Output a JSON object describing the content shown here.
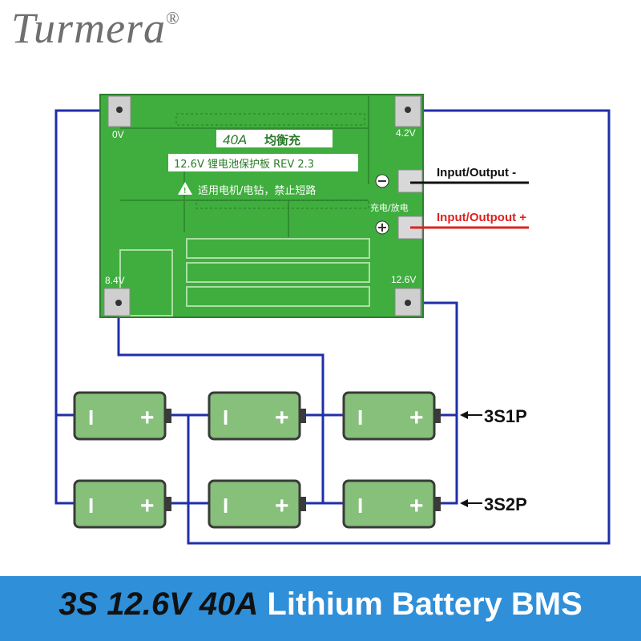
{
  "brand": {
    "name": "Turmera",
    "mark": "®"
  },
  "board": {
    "rating": "40A",
    "rating_cn": "均衡充",
    "title": "12.6V 锂电池保护板 REV 2.3",
    "warning": "适用电机/电钻，禁止短路",
    "charge_label": "充电/放电",
    "terminals": {
      "t0": "0V",
      "t42": "4.2V",
      "t84": "8.4V",
      "t126": "12.6V"
    }
  },
  "labels": {
    "output_neg": "Input/Output -",
    "output_pos": "Input/Outpout +",
    "row1": "3S1P",
    "row2": "3S2P"
  },
  "battery": {
    "neg": "I",
    "pos": "+"
  },
  "banner": {
    "part1": "3S 12.6V 40A",
    "part2": " Lithium Battery BMS"
  },
  "colors": {
    "board": "#3fae3e",
    "wire": "#1f2fa8",
    "battery": "#86c07a",
    "positive": "#e02020",
    "banner": "#2f8fd9"
  }
}
